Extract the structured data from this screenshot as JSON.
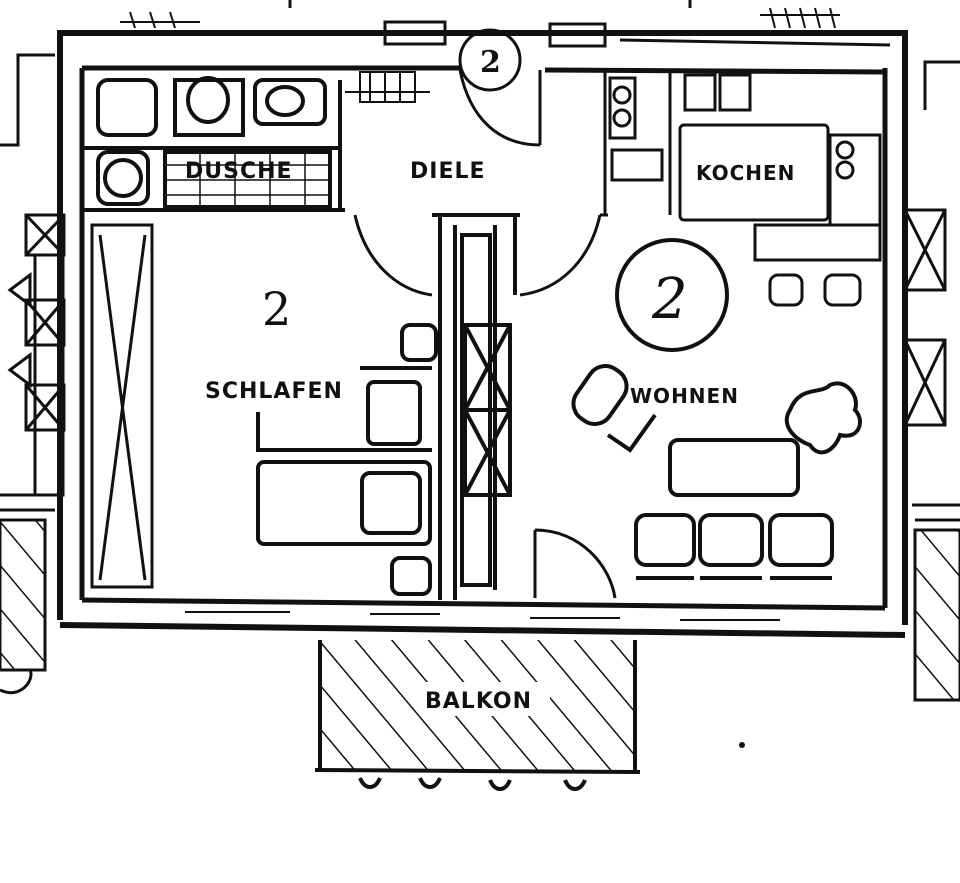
{
  "rooms": {
    "dusche": "DUSCHE",
    "diele": "DIELE",
    "kochen": "KOCHEN",
    "schlafen": "SCHLAFEN",
    "wohnen": "WOHNEN",
    "balkon": "BALKON"
  },
  "markers": {
    "entry_number": "2",
    "bedroom_number": "2",
    "living_mark": "2"
  },
  "colors": {
    "ink": "#111111",
    "paper": "#ffffff"
  }
}
